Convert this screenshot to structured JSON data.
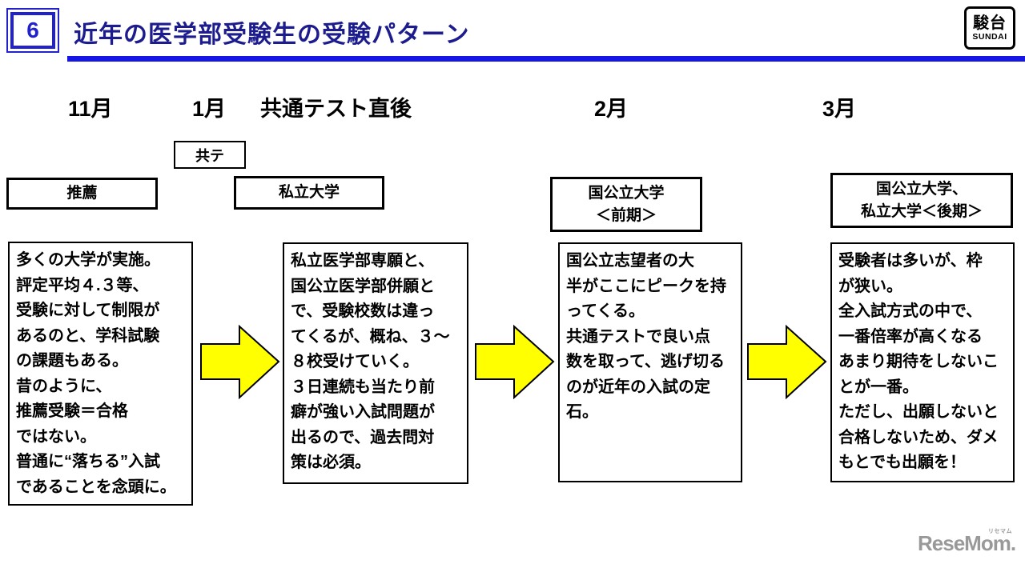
{
  "header": {
    "slide_number": "6",
    "title": "近年の医学部受験生の受験パターン",
    "title_color": "#1c1c8e",
    "accent_bar_color": "#1515e6",
    "logo": {
      "kanji": "駿台",
      "roman": "SUNDAI"
    }
  },
  "timeline": {
    "months": [
      {
        "label": "11月"
      },
      {
        "label": "1月"
      },
      {
        "label": "共通テスト直後"
      },
      {
        "label": "2月"
      },
      {
        "label": "3月"
      }
    ],
    "kyote_tag": "共テ"
  },
  "columns": [
    {
      "header": "推薦",
      "body": "多くの大学が実施。\n評定平均４.３等、\n受験に対して制限が\nあるのと、学科試験\nの課題もある。\n昔のように、\n推薦受験＝合格\nではない。\n普通に“落ちる”入試\nであることを念頭に。"
    },
    {
      "header": "私立大学",
      "body": "私立医学部専願と、\n国公立医学部併願と\nで、受験校数は違っ\nてくるが、概ね、３～\n８校受けていく。\n３日連続も当たり前\n癖が強い入試問題が\n出るので、過去問対\n策は必須。"
    },
    {
      "header": "国公立大学\n＜前期＞",
      "body": "国公立志望者の大\n半がここにピークを持\nってくる。\n共通テストで良い点\n数を取って、逃げ切る\nのが近年の入試の定\n石。"
    },
    {
      "header": "国公立大学、\n私立大学＜後期＞",
      "body": "受験者は多いが、枠\nが狭い。\n全入試方式の中で、\n一番倍率が高くなる\nあまり期待をしないこ\nとが一番。\nただし、出願しないと\n合格しないため、ダメ\nもとでも出願を！"
    }
  ],
  "arrow": {
    "fill": "#ffff00",
    "stroke": "#000000"
  },
  "footer": {
    "logo_text": "ReseMom.",
    "logo_ruby": "リセマム"
  }
}
